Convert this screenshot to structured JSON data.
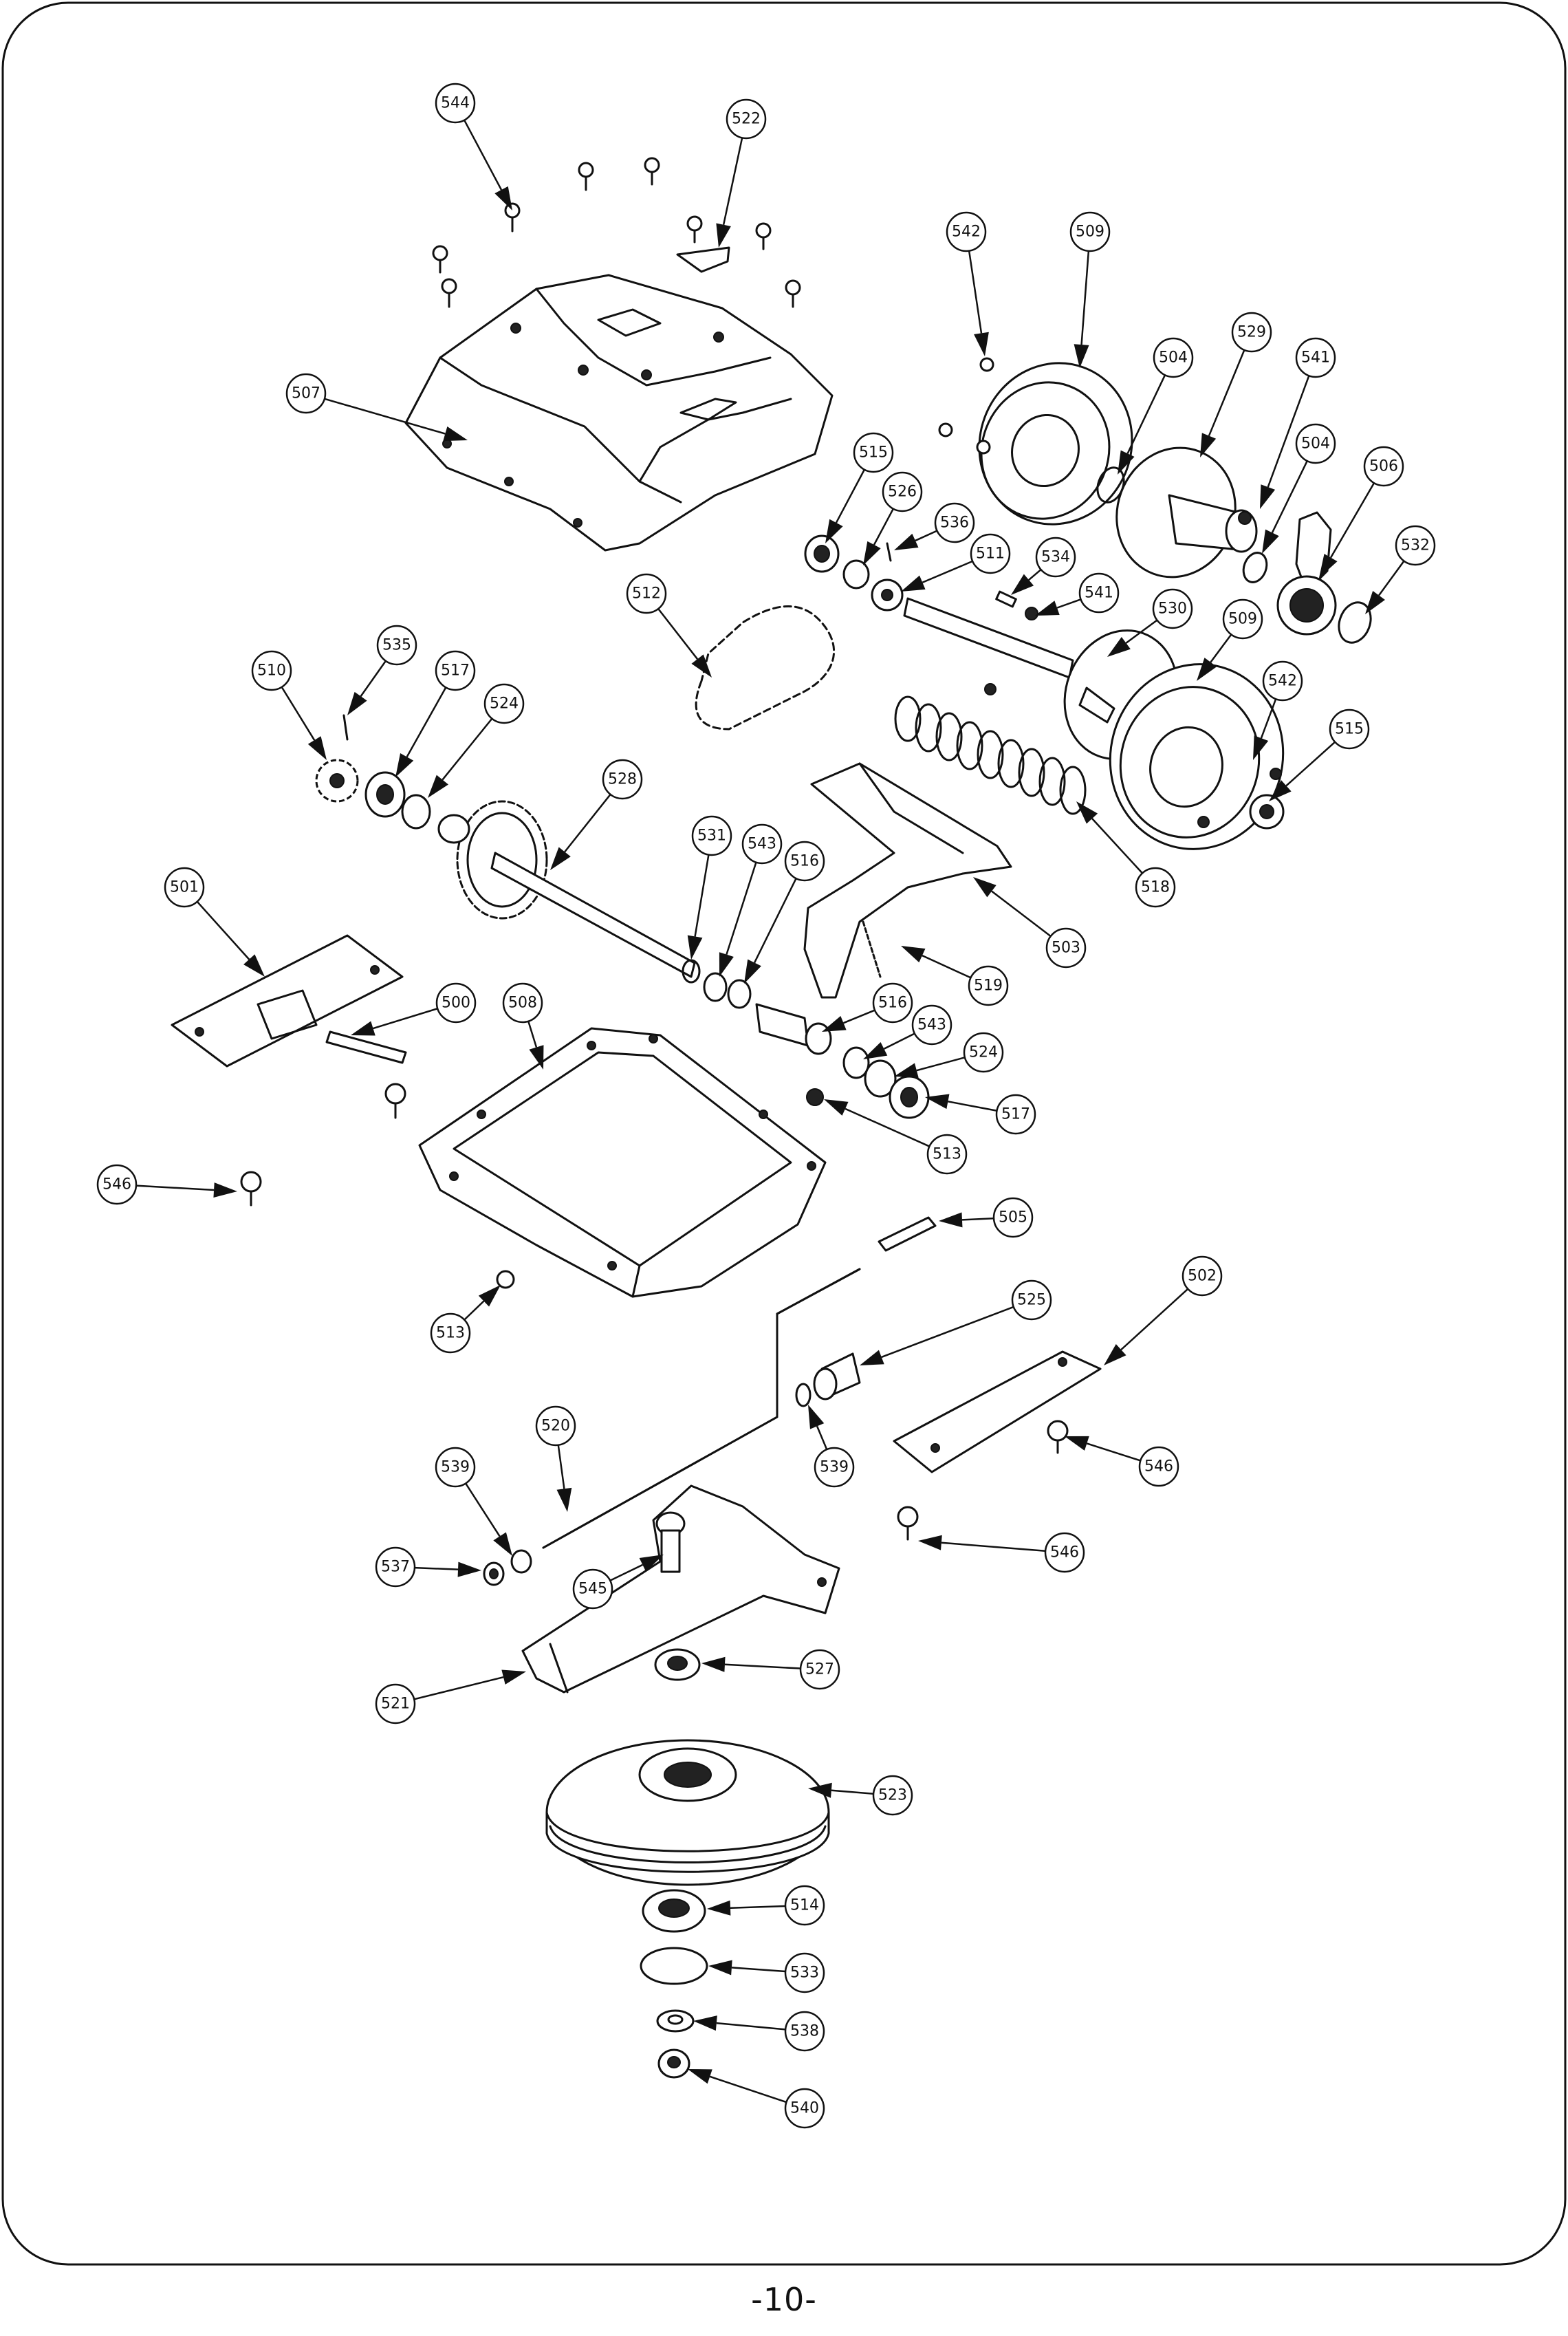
{
  "page": {
    "number": "-10-"
  },
  "callouts": [
    {
      "label": "544"
    },
    {
      "label": "522"
    },
    {
      "label": "542"
    },
    {
      "label": "509"
    },
    {
      "label": "504"
    },
    {
      "label": "529"
    },
    {
      "label": "541"
    },
    {
      "label": "507"
    },
    {
      "label": "504"
    },
    {
      "label": "506"
    },
    {
      "label": "515"
    },
    {
      "label": "526"
    },
    {
      "label": "536"
    },
    {
      "label": "532"
    },
    {
      "label": "534"
    },
    {
      "label": "511"
    },
    {
      "label": "512"
    },
    {
      "label": "541"
    },
    {
      "label": "530"
    },
    {
      "label": "509"
    },
    {
      "label": "535"
    },
    {
      "label": "510"
    },
    {
      "label": "517"
    },
    {
      "label": "542"
    },
    {
      "label": "524"
    },
    {
      "label": "515"
    },
    {
      "label": "528"
    },
    {
      "label": "531"
    },
    {
      "label": "543"
    },
    {
      "label": "516"
    },
    {
      "label": "518"
    },
    {
      "label": "501"
    },
    {
      "label": "503"
    },
    {
      "label": "519"
    },
    {
      "label": "500"
    },
    {
      "label": "508"
    },
    {
      "label": "516"
    },
    {
      "label": "543"
    },
    {
      "label": "524"
    },
    {
      "label": "517"
    },
    {
      "label": "513"
    },
    {
      "label": "546"
    },
    {
      "label": "505"
    },
    {
      "label": "502"
    },
    {
      "label": "513"
    },
    {
      "label": "525"
    },
    {
      "label": "520"
    },
    {
      "label": "539"
    },
    {
      "label": "546"
    },
    {
      "label": "539"
    },
    {
      "label": "546"
    },
    {
      "label": "537"
    },
    {
      "label": "545"
    },
    {
      "label": "527"
    },
    {
      "label": "521"
    },
    {
      "label": "523"
    },
    {
      "label": "514"
    },
    {
      "label": "533"
    },
    {
      "label": "538"
    },
    {
      "label": "540"
    }
  ]
}
